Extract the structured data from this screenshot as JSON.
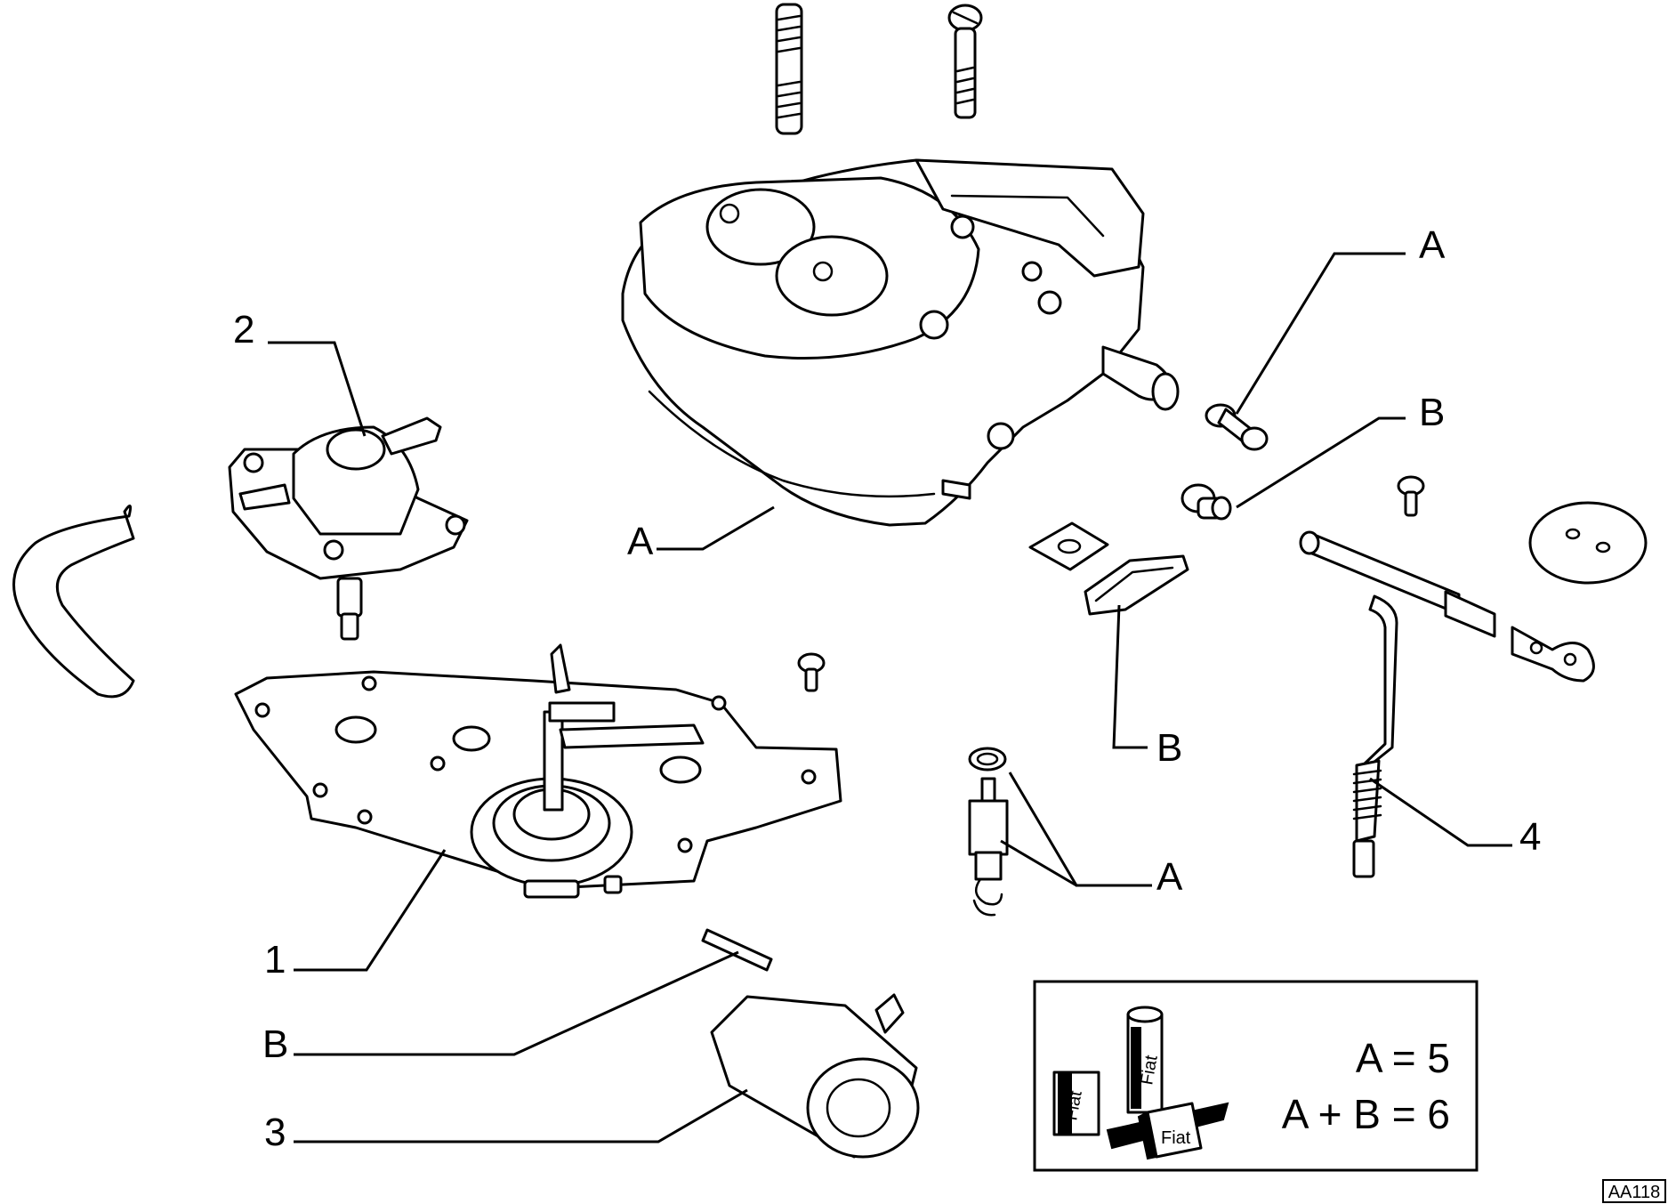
{
  "callouts": {
    "part_1": "1",
    "part_2": "2",
    "part_3": "3",
    "part_4": "4",
    "a_main_body": "A",
    "a_screw": "A",
    "a_jet": "A",
    "b_plug": "B",
    "b_gasket": "B",
    "b_pin": "B"
  },
  "legend": {
    "line_1": "A = 5",
    "line_2": "A + B = 6",
    "brand": "Fiat"
  },
  "reference_code": "AA118"
}
